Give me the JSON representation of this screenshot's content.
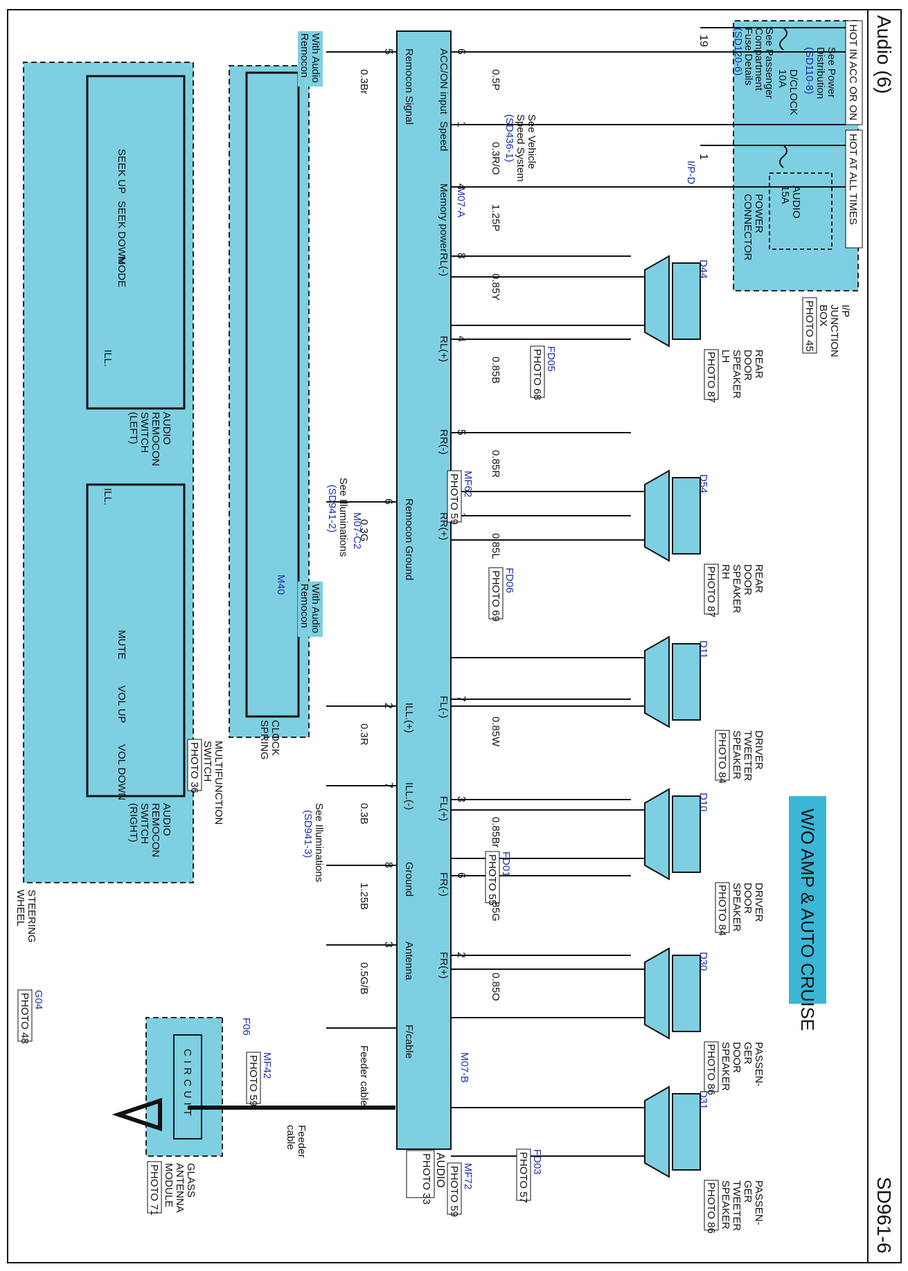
{
  "header": {
    "title": "Audio (6)",
    "code": "SD961-6",
    "banner": "W/O AMP & AUTO CRUISE",
    "hot_acc": "HOT IN ACC OR ON",
    "hot_all": "HOT AT ALL TIMES"
  },
  "junction_box": {
    "label_lines": [
      "I/P",
      "JUNCTION",
      "BOX"
    ],
    "photo": "PHOTO 45",
    "power_lines": [
      "See Power",
      "Distribution",
      "(SD110-8)"
    ],
    "fuse1": [
      "D/CLOCK",
      "10A"
    ],
    "fuse_note": [
      "See Passenger",
      "Compartment",
      "Fuse Details",
      "(SD120-6)"
    ],
    "fuse2": [
      "AUDIO",
      "15A"
    ],
    "power_connector": [
      "POWER",
      "CONNECTOR"
    ],
    "connector": "I/P-D",
    "pins": [
      "19",
      "1"
    ]
  },
  "audio_unit": {
    "label": "AUDIO",
    "photo": "PHOTO 33",
    "terminals": [
      {
        "name": "ACC/ON input",
        "pin": "6",
        "wire": "0.5P"
      },
      {
        "name": "Speed",
        "pin": "1",
        "wire": "0.3R/O"
      },
      {
        "name": "Memory power",
        "pin": "4",
        "wire": "1.25P"
      },
      {
        "name": "RL(-)",
        "pin": "8",
        "wire": "0.85Y"
      },
      {
        "name": "RL(+)",
        "pin": "4",
        "wire": "0.85B"
      },
      {
        "name": "RR(-)",
        "pin": "5",
        "wire": "0.85R"
      },
      {
        "name": "RR(+)",
        "pin": "1",
        "wire": "0.85L"
      },
      {
        "name": "FL(-)",
        "pin": "7",
        "wire": "0.85W"
      },
      {
        "name": "FL(+)",
        "pin": "3",
        "wire": "0.85Br"
      },
      {
        "name": "FR(-)",
        "pin": "6",
        "wire": "0.85G"
      },
      {
        "name": "FR(+)",
        "pin": "2",
        "wire": "0.85O"
      },
      {
        "name": "Remocon Signal",
        "pin": "5",
        "wire": "0.3Br"
      },
      {
        "name": "Remocon Ground",
        "pin": "6",
        "wire": "0.3G"
      },
      {
        "name": "ILL.(+)",
        "pin": "2",
        "wire": "0.3R"
      },
      {
        "name": "ILL.(-)",
        "pin": "7",
        "wire": "0.3B"
      },
      {
        "name": "Ground",
        "pin": "8",
        "wire": "1.25B"
      },
      {
        "name": "Antenna",
        "pin": "3",
        "wire": "0.5G/B"
      },
      {
        "name": "F/cable",
        "pin": "",
        "wire": "Feeder cable"
      }
    ],
    "connectors": [
      "M07-A",
      "M07-B",
      "M07-C2"
    ]
  },
  "speed_note": [
    "See Vehicle",
    "Speed System",
    "(SD436-1)"
  ],
  "speakers": [
    {
      "name": [
        "REAR",
        "DOOR",
        "SPEAKER",
        "LH"
      ],
      "photo": "PHOTO 87",
      "connector": "D44"
    },
    {
      "name": [
        "REAR",
        "DOOR",
        "SPEAKER",
        "RH"
      ],
      "photo": "PHOTO 87",
      "connector": "D54"
    },
    {
      "name": [
        "DRIVER",
        "TWEETER",
        "SPEAKER"
      ],
      "photo": "PHOTO 84",
      "connector": "D11"
    },
    {
      "name": [
        "DRIVER",
        "DOOR",
        "SPEAKER"
      ],
      "photo": "PHOTO 84",
      "connector": "D10"
    },
    {
      "name": [
        "PASSEN-",
        "GER",
        "DOOR",
        "SPEAKER"
      ],
      "photo": "PHOTO 86",
      "connector": "D30"
    },
    {
      "name": [
        "PASSEN-",
        "GER",
        "TWEETER",
        "SPEAKER"
      ],
      "photo": "PHOTO 86",
      "connector": "D31"
    }
  ],
  "connectors": [
    {
      "id": "FD05",
      "photo": "PHOTO 68"
    },
    {
      "id": "FD06",
      "photo": "PHOTO 69"
    },
    {
      "id": "MF62",
      "photo": "PHOTO 59"
    },
    {
      "id": "FD01",
      "photo": "PHOTO 55"
    },
    {
      "id": "MF72",
      "photo": "PHOTO 59"
    },
    {
      "id": "FD03",
      "photo": "PHOTO 57"
    },
    {
      "id": "MF42",
      "photo": "PHOTO 59"
    },
    {
      "id": "G04",
      "photo": "PHOTO 48"
    },
    {
      "id": "M40",
      "photo": ""
    },
    {
      "id": "F06",
      "photo": ""
    }
  ],
  "steering": {
    "label": [
      "STEERING",
      "WHEEL"
    ],
    "left_switch": [
      "AUDIO",
      "REMOCON",
      "SWITCH",
      "(LEFT)"
    ],
    "right_switch": [
      "AUDIO",
      "REMOCON",
      "SWITCH",
      "(RIGHT)"
    ],
    "left_buttons": [
      "SEEK UP",
      "SEEK DOWN",
      "MODE"
    ],
    "right_buttons": [
      "MUTE",
      "VOL UP",
      "VOL DOWN"
    ],
    "ill": "ILL.",
    "clock_spring": [
      "CLOCK",
      "SPRING"
    ],
    "multifunction": [
      "MULTIFUNCTION",
      "SWITCH"
    ],
    "multifunction_photo": "PHOTO 36",
    "with_audio_remocon": [
      "With Audio",
      "Remocon"
    ],
    "illum_note1": [
      "See Illuminations",
      "(SD941-2)"
    ],
    "illum_note2": [
      "See Illuminations",
      "(SD941-3)"
    ]
  },
  "antenna": {
    "label": [
      "GLASS",
      "ANTENNA",
      "MODULE"
    ],
    "photo": "PHOTO 71",
    "circuit": "CIRCUIT",
    "feeder": [
      "Feeder",
      "cable"
    ]
  },
  "colors": {
    "fill": "#7ecfe2",
    "banner": "#3bb6d5",
    "connector_label": "#1d2ea8",
    "line": "#111111"
  }
}
